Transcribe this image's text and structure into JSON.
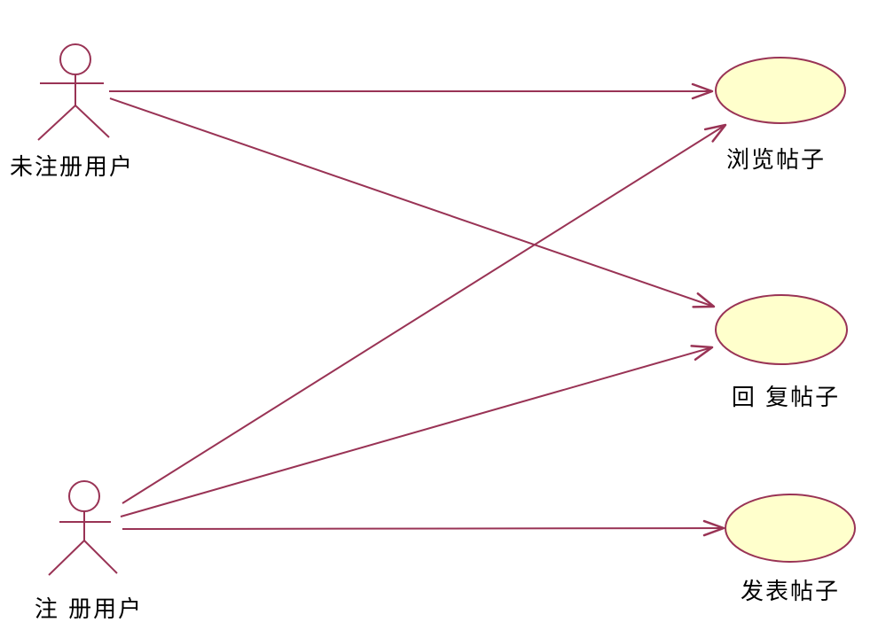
{
  "diagram": {
    "type": "uml-use-case-diagram",
    "background_color": "#ffffff",
    "stroke_color": "#993355",
    "usecase_fill_color": "#ffffcc",
    "label_color": "#000000",
    "actors": [
      {
        "id": "unregistered-user",
        "label": "未注册用户"
      },
      {
        "id": "registered-user",
        "label": "注 册用户"
      }
    ],
    "use_cases": [
      {
        "id": "browse-posts",
        "label": "浏览帖子"
      },
      {
        "id": "reply-posts",
        "label": "回 复帖子"
      },
      {
        "id": "publish-posts",
        "label": "发表帖子"
      }
    ],
    "associations": [
      {
        "from": "未注册用户",
        "to": "浏览帖子",
        "direction": "actor-to-usecase"
      },
      {
        "from": "未注册用户",
        "to": "回 复帖子",
        "direction": "actor-to-usecase"
      },
      {
        "from": "注 册用户",
        "to": "浏览帖子",
        "direction": "actor-to-usecase"
      },
      {
        "from": "注 册用户",
        "to": "回 复帖子",
        "direction": "actor-to-usecase"
      },
      {
        "from": "注 册用户",
        "to": "发表帖子",
        "direction": "actor-to-usecase"
      }
    ]
  }
}
